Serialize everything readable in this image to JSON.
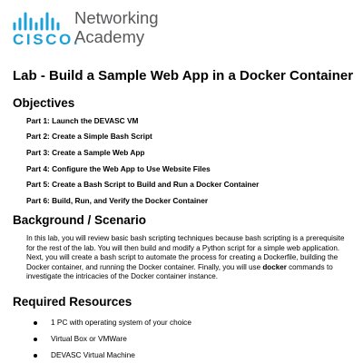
{
  "logo": {
    "wordmark": "CISCO.",
    "line1": "Networking",
    "line2": "Academy",
    "color_cisco": "#1ba0d7",
    "color_text": "#58595b"
  },
  "title": "Lab - Build a Sample Web App in a Docker Container",
  "objectives": {
    "heading": "Objectives",
    "parts": [
      "Part 1: Launch the DEVASC VM",
      "Part 2: Create a Simple Bash Script",
      "Part 3: Create a Sample Web App",
      "Part 4: Configure the Web App to Use Website Files",
      "Part 5: Create a Bash Script to Build and Run a Docker Container",
      "Part 6: Build, Run, and Verify the Docker Container"
    ]
  },
  "background": {
    "heading": "Background / Scenario",
    "text_before": "In this lab, you will review basic bash scripting techniques because bash scripting is a prerequisite for the rest of the lab. You will then build and modify a Python script for a simple web application. Next, you will create a bash script to automate the process for creating a Dockerfile, building the Docker container, and running the Docker container. Finally, you will use ",
    "text_bold": "docker",
    "text_after": " commands to investigate the intricacies of the Docker container instance."
  },
  "resources": {
    "heading": "Required Resources",
    "items": [
      "1 PC with operating system of your choice",
      "Virtual Box or VMWare",
      "DEVASC Virtual Machine"
    ]
  }
}
